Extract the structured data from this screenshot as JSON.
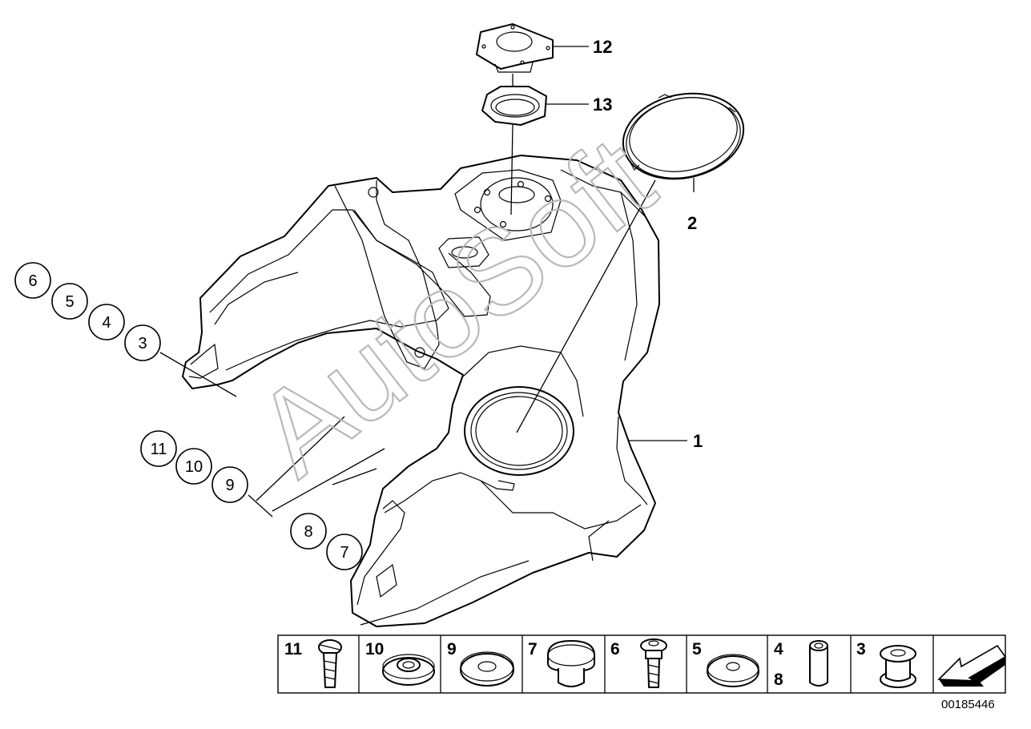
{
  "watermark": "AutoSoft",
  "diagram_code": "00185446",
  "callouts": [
    "1",
    "2",
    "12",
    "13"
  ],
  "circled_callouts": [
    "6",
    "5",
    "4",
    "3",
    "11",
    "10",
    "9",
    "8",
    "7"
  ],
  "parts_strip": [
    {
      "number": "11",
      "icon": "screw-slotted-icon"
    },
    {
      "number": "10",
      "icon": "washer-collared-icon"
    },
    {
      "number": "9",
      "icon": "washer-flat-icon"
    },
    {
      "number": "7",
      "icon": "rubber-plug-icon"
    },
    {
      "number": "6",
      "icon": "screw-torx-icon"
    },
    {
      "number": "5",
      "icon": "washer-flat-icon"
    },
    {
      "number": "4",
      "number2": "8",
      "icon": "spacer-sleeve-icon"
    },
    {
      "number": "3",
      "icon": "rubber-grommet-icon"
    },
    {
      "number": "",
      "icon": "direction-arrow-icon"
    }
  ]
}
